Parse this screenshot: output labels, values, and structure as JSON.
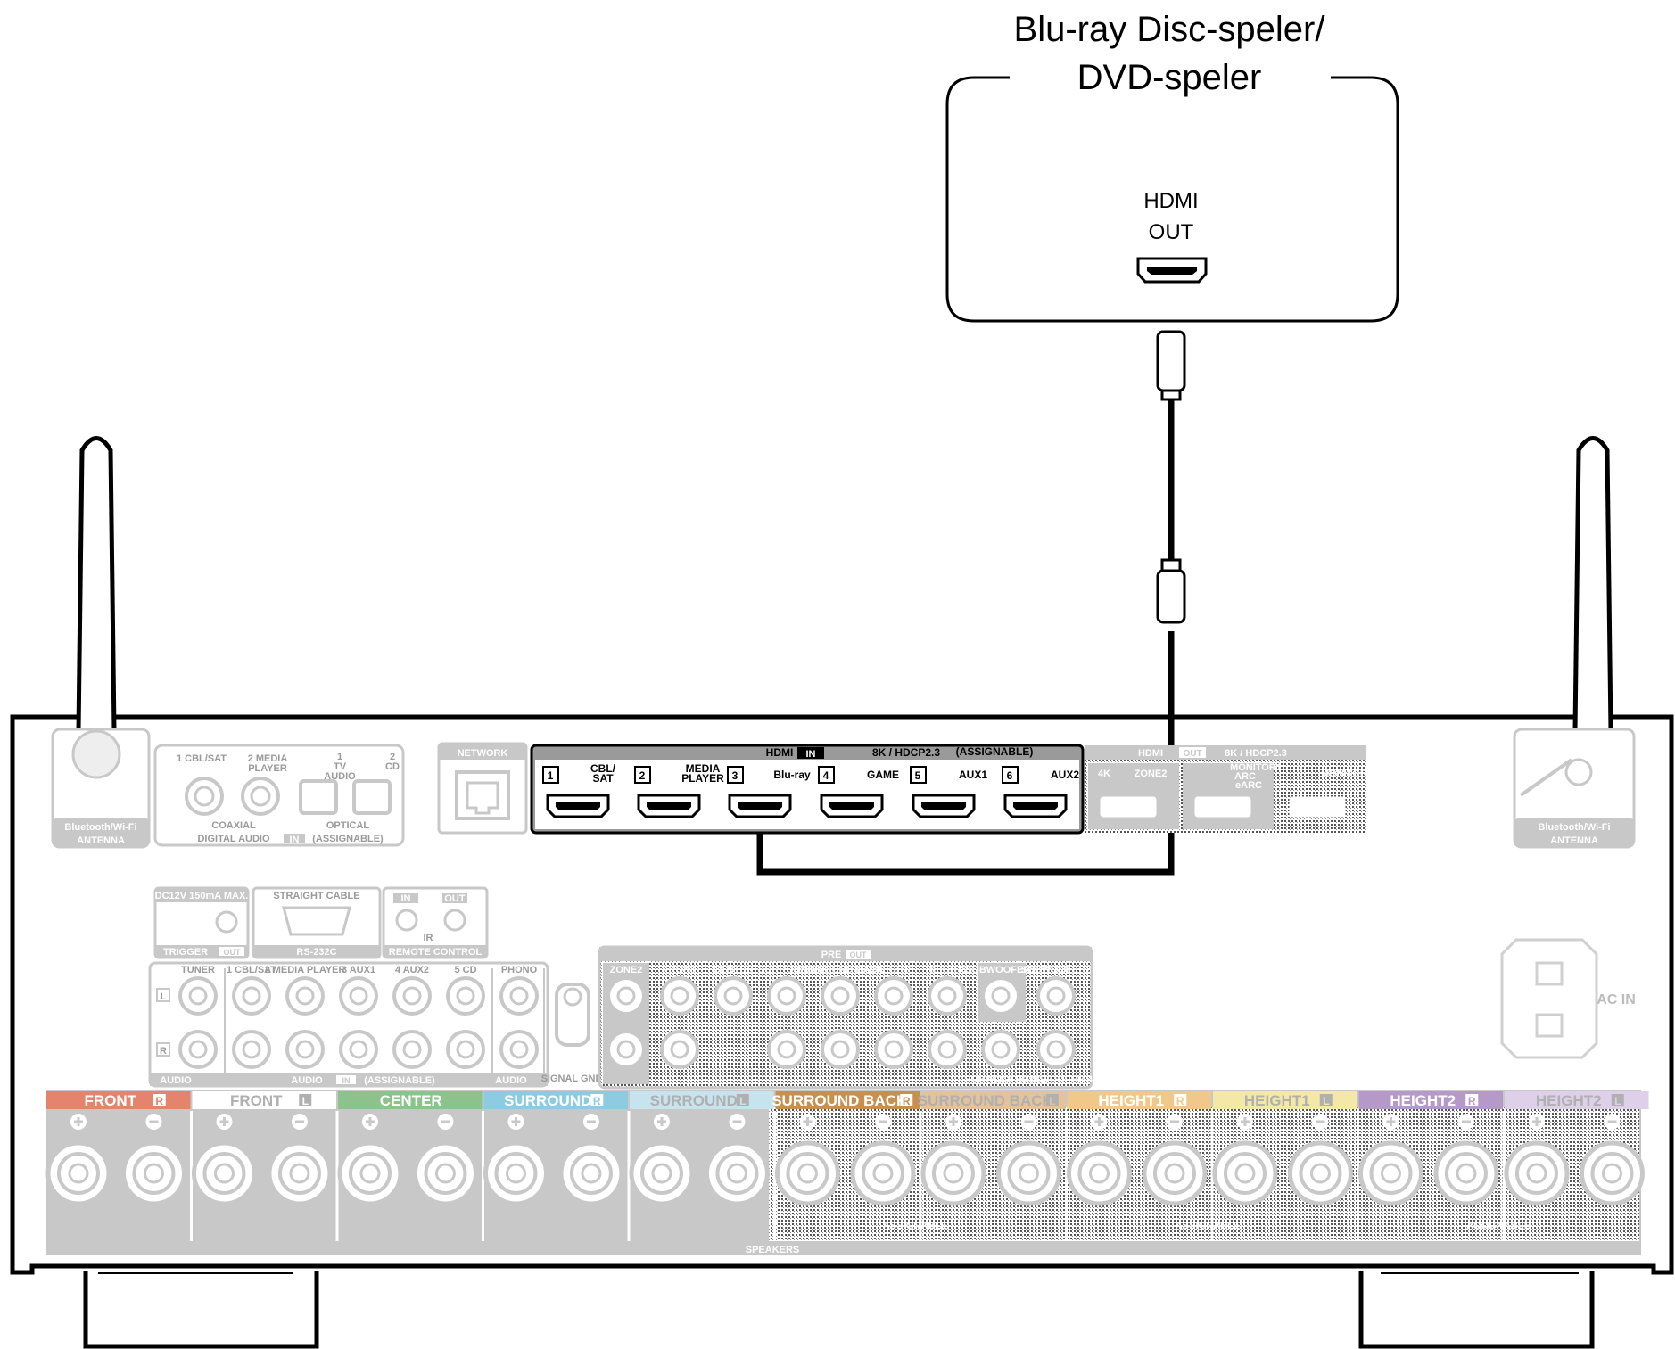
{
  "device": {
    "title_line1": "Blu-ray Disc-speler/",
    "title_line2": "DVD-speler",
    "port_line1": "HDMI",
    "port_line2": "OUT"
  },
  "receiver": {
    "bt_antenna_left": [
      "Bluetooth/Wi-Fi",
      "ANTENNA"
    ],
    "bt_antenna_right": [
      "Bluetooth/Wi-Fi",
      "ANTENNA"
    ],
    "digital_audio": {
      "inputs": [
        "1 CBL/SAT",
        "2 MEDIA",
        "PLAYER",
        "1",
        "TV",
        "AUDIO",
        "2",
        "CD"
      ],
      "coaxial": "COAXIAL",
      "optical": "OPTICAL",
      "footer": "DIGITAL AUDIO",
      "in_badge": "IN",
      "assignable": "(ASSIGNABLE)"
    },
    "network": "NETWORK",
    "hdmi_in": {
      "label": "HDMI",
      "in_badge": "IN",
      "spec": "8K / HDCP2.3",
      "assignable": "(ASSIGNABLE)",
      "ports": [
        {
          "num": "1",
          "name": [
            "CBL/",
            "SAT"
          ]
        },
        {
          "num": "2",
          "name": [
            "MEDIA",
            "PLAYER"
          ]
        },
        {
          "num": "3",
          "name": [
            "Blu-ray"
          ]
        },
        {
          "num": "4",
          "name": [
            "GAME"
          ]
        },
        {
          "num": "5",
          "name": [
            "AUX1"
          ]
        },
        {
          "num": "6",
          "name": [
            "AUX2"
          ]
        }
      ]
    },
    "hdmi_out": {
      "label": "HDMI",
      "out_badge": "OUT",
      "spec": "8K / HDCP2.3",
      "ports": [
        "4K",
        "ZONE2",
        "MONITOR1",
        "ARC",
        "eARC",
        "MONITOR2"
      ]
    },
    "trigger": {
      "spec": "DC12V 150mA MAX.",
      "label": "TRIGGER",
      "out_badge": "OUT"
    },
    "rs232c": {
      "top": "STRAIGHT CABLE",
      "label": "RS-232C"
    },
    "remote": {
      "in_badge": "IN",
      "out_badge": "OUT",
      "ir": "IR",
      "label": "REMOTE CONTROL"
    },
    "audio_in": {
      "tuner": "TUNER",
      "inputs": [
        "1 CBL/SAT",
        "2 MEDIA PLAYER",
        "3 AUX1",
        "4 AUX2",
        "5 CD"
      ],
      "phono": "PHONO",
      "label": "AUDIO",
      "in_badge": "IN",
      "assignable": "(ASSIGNABLE)",
      "l": "L",
      "r": "R",
      "signal_gnd": "SIGNAL GND"
    },
    "pre_out": {
      "label": "PRE",
      "out_badge": "OUT",
      "channels": [
        "ZONE2",
        "FRONT",
        "CENTER",
        "SURROUND",
        "SURROUND BACK",
        "HEIGHT1",
        "HEIGHT2",
        "SUBWOOFER1",
        "SUBWOOFER2"
      ],
      "bottom": [
        "SUBWOOFER 3",
        "SUBWOOFER 4"
      ]
    },
    "ac_in": "AC IN",
    "speakers": {
      "footer": "SPEAKERS",
      "assignable": "ASSIGNABLE",
      "groups": [
        {
          "name": "FRONT",
          "side": "R",
          "color": "#e5846d"
        },
        {
          "name": "FRONT",
          "side": "L",
          "color": "#ffffff"
        },
        {
          "name": "CENTER",
          "side": "",
          "color": "#8cc28c"
        },
        {
          "name": "SURROUND",
          "side": "R",
          "color": "#8ccbe0"
        },
        {
          "name": "SURROUND",
          "side": "L",
          "color": "#c7e4ee"
        },
        {
          "name": "SURROUND BACK",
          "side": "R",
          "color": "#c8904e"
        },
        {
          "name": "SURROUND BACK",
          "side": "L",
          "color": "#e3c39c"
        },
        {
          "name": "HEIGHT1",
          "side": "R",
          "color": "#f0c98a"
        },
        {
          "name": "HEIGHT1",
          "side": "L",
          "color": "#f4e8a6"
        },
        {
          "name": "HEIGHT2",
          "side": "R",
          "color": "#b59ac9"
        },
        {
          "name": "HEIGHT2",
          "side": "L",
          "color": "#ddd0e8"
        }
      ]
    }
  }
}
